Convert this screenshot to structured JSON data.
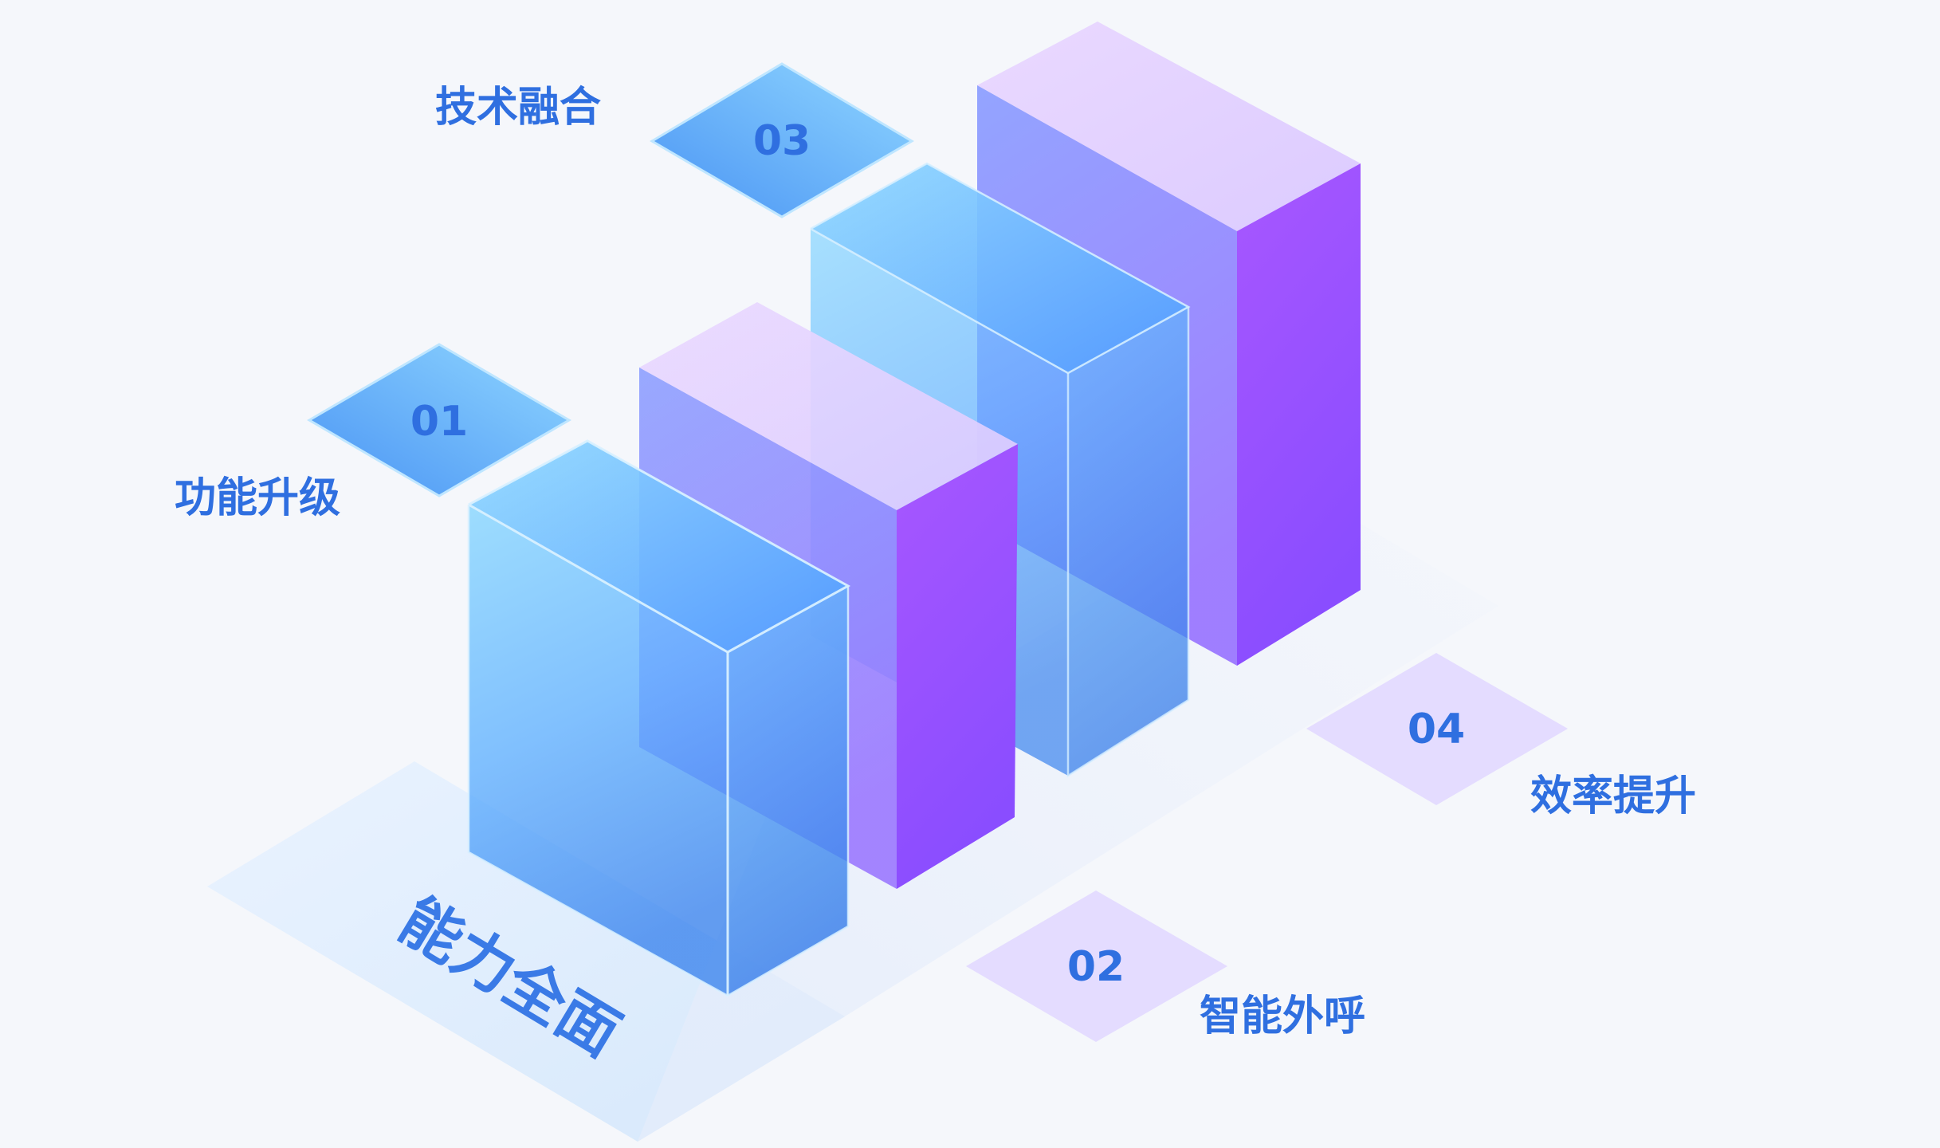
{
  "steps": [
    {
      "number": "01",
      "label": "功能升级"
    },
    {
      "number": "02",
      "label": "智能外呼"
    },
    {
      "number": "03",
      "label": "技术融合"
    },
    {
      "number": "04",
      "label": "效率提升"
    }
  ],
  "base_label": "能力全面",
  "colors": {
    "background": "#f5f7fb",
    "text_blue": "#2f6fe0",
    "blue_light": "#86d3ff",
    "blue_mid": "#5aa6ff",
    "blue_dark": "#3b7fea",
    "purple_light": "#e4d6ff",
    "purple_mid": "#8f8dff",
    "purple_dark": "#9b4cff",
    "tile_purple": "#e4dcff"
  }
}
